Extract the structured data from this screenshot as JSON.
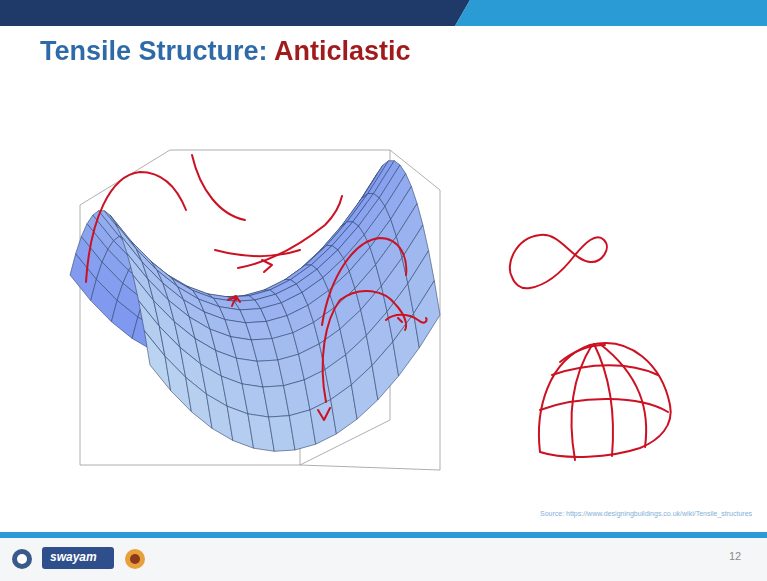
{
  "diagram": {
    "title": "Tensile Structure: Anticlastic",
    "labels": [
      "Source: https://www.designingbuildings.co.uk/wiki/Tensile_structures",
      "12",
      "swayam"
    ]
  }
}
